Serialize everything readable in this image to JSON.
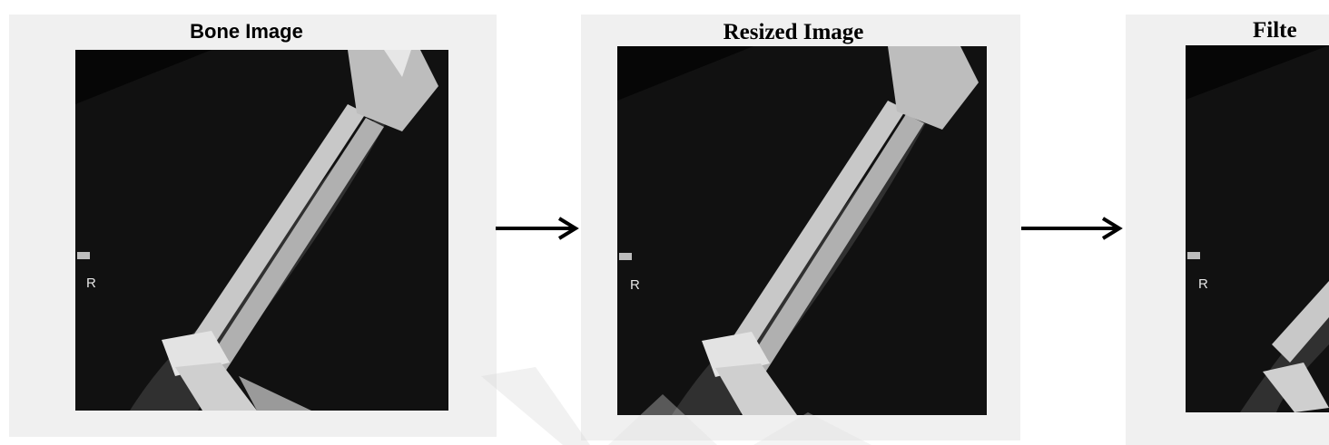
{
  "panels": [
    {
      "title": "Bone  Image",
      "marker_label": "R"
    },
    {
      "title": "Resized Image",
      "marker_label": "R"
    },
    {
      "title": "Filte",
      "marker_label": "R"
    }
  ],
  "arrows": [
    "right-arrow",
    "right-arrow"
  ],
  "colors": {
    "panel_bg": "#f0f0f0",
    "xray_bg": "#060606",
    "bone": "#d9d9d9",
    "arrow": "#000000"
  }
}
